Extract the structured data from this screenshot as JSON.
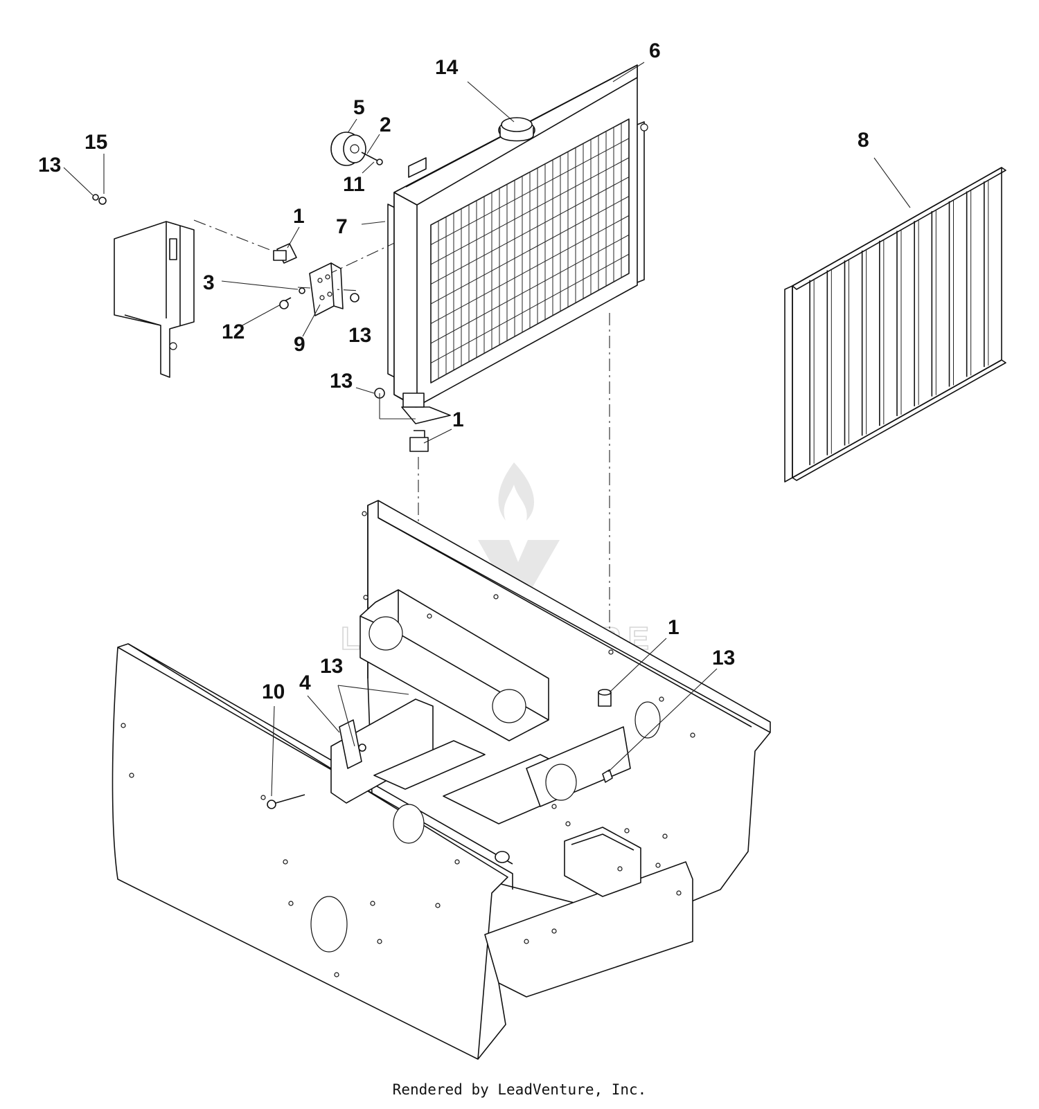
{
  "callouts": [
    {
      "id": "c14",
      "text": "14"
    },
    {
      "id": "c6",
      "text": "6"
    },
    {
      "id": "c5",
      "text": "5"
    },
    {
      "id": "c2",
      "text": "2"
    },
    {
      "id": "c11",
      "text": "11"
    },
    {
      "id": "c15",
      "text": "15"
    },
    {
      "id": "c13a",
      "text": "13"
    },
    {
      "id": "c1a",
      "text": "1"
    },
    {
      "id": "c7",
      "text": "7"
    },
    {
      "id": "c3",
      "text": "3"
    },
    {
      "id": "c12",
      "text": "12"
    },
    {
      "id": "c9",
      "text": "9"
    },
    {
      "id": "c13b",
      "text": "13"
    },
    {
      "id": "c13c",
      "text": "13"
    },
    {
      "id": "c1b",
      "text": "1"
    },
    {
      "id": "c8",
      "text": "8"
    },
    {
      "id": "c1c",
      "text": "1"
    },
    {
      "id": "c13d",
      "text": "13"
    },
    {
      "id": "c13e",
      "text": "13"
    },
    {
      "id": "c10",
      "text": "10"
    },
    {
      "id": "c4",
      "text": "4"
    }
  ],
  "watermark": {
    "text": "LEADVENTURE"
  },
  "footer": {
    "text": "Rendered by LeadVenture, Inc."
  }
}
